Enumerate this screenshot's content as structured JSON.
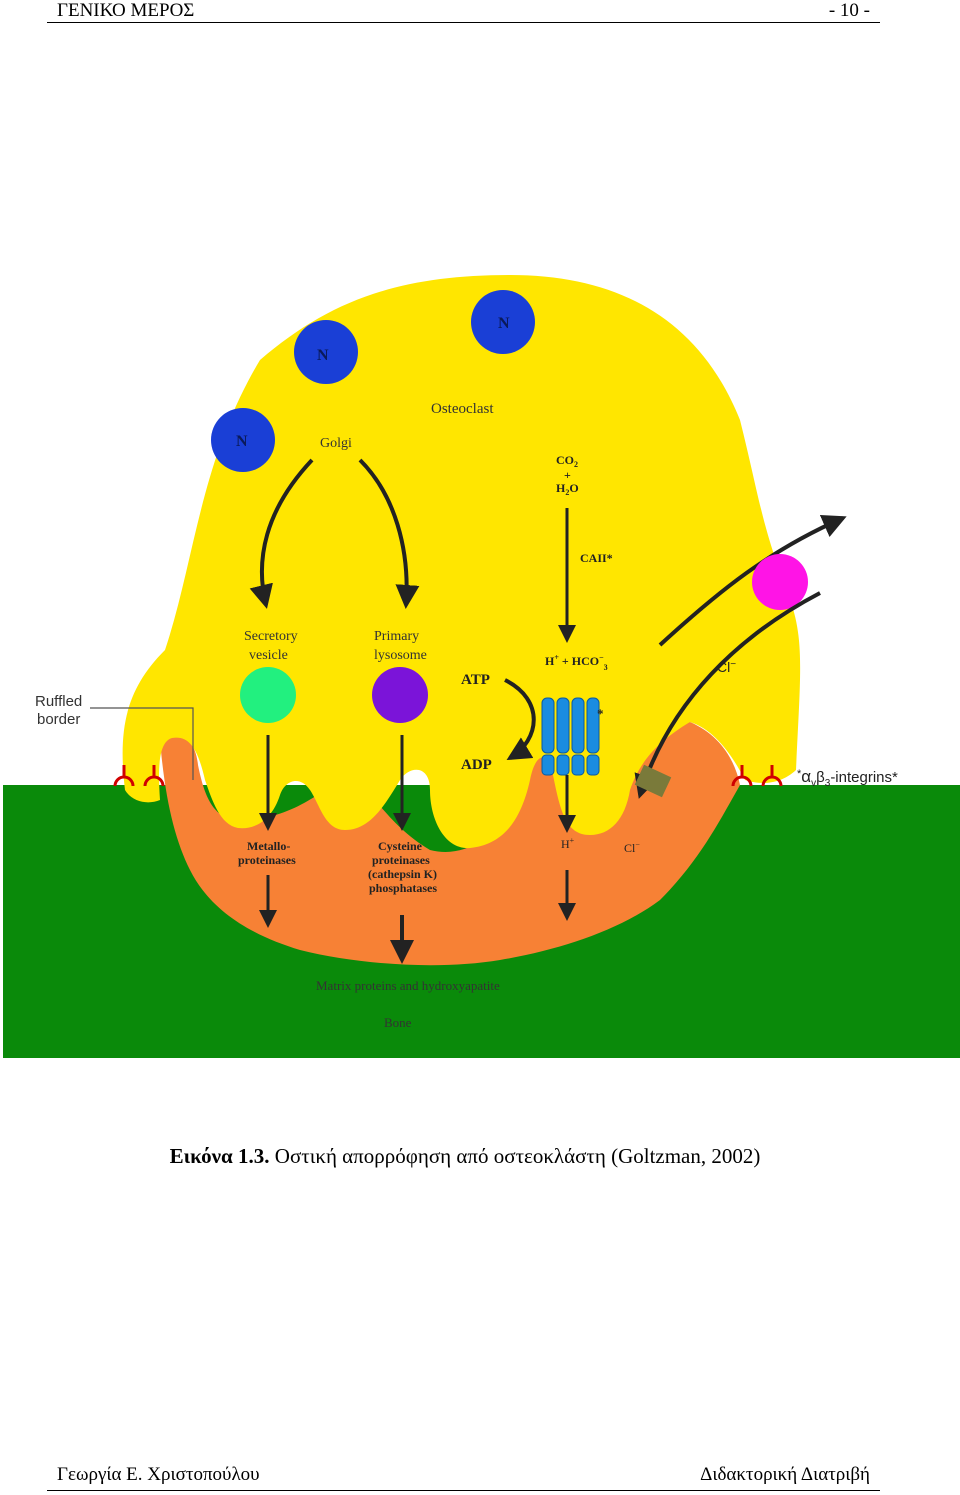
{
  "header": {
    "section": "ΓΕΝΙΚΟ ΜΕΡΟΣ",
    "page_number": "- 10 -"
  },
  "figure": {
    "labels": {
      "nucleus": "N",
      "osteoclast": "Osteoclast",
      "golgi": "Golgi",
      "co2": "CO",
      "co2_sub": "2",
      "plus": "+",
      "h2o_h": "H",
      "h2o_sub": "2",
      "h2o_o": "O",
      "caii": "CAII*",
      "secretory_1": "Secretory",
      "secretory_2": "vesicle",
      "primary_1": "Primary",
      "primary_2": "lysosome",
      "h_hco3_h": "H",
      "h_hco3_plus": "+",
      "h_hco3_mid": " + HCO",
      "h_hco3_minus": "−",
      "h_hco3_sub": "3",
      "atp": "ATP",
      "adp": "ADP",
      "star": "*",
      "ruffled_1": "Ruffled",
      "ruffled_2": "border",
      "cl_upper": "Cl",
      "cl_upper_minus": "−",
      "integrins_star": "*",
      "integrins_alpha": "α",
      "integrins_v": "v",
      "integrins_beta": "β",
      "integrins_3": "3",
      "integrins_rest": "-integrins*",
      "metallo_1": "Metallo-",
      "metallo_2": "proteinases",
      "cysteine_1": "Cysteine",
      "cysteine_2": "proteinases",
      "cysteine_3": "(cathepsin K)",
      "cysteine_4": "phosphatases",
      "h_plus": "H",
      "h_plus_sup": "+",
      "cl_lower": "Cl",
      "cl_lower_sup": "−",
      "matrix": "Matrix proteins and hydroxyapatite",
      "bone": "Bone"
    },
    "colors": {
      "cell": "#ffe600",
      "resorption": "#f78135",
      "bone": "#0a8a0a",
      "nucleus": "#1a3fd6",
      "secretory": "#22f07f",
      "lysosome": "#7b14d9",
      "pump": "#1a8ce0",
      "magenta": "#ff14e6",
      "integrin": "#d00000",
      "channel": "#7a7a3a"
    }
  },
  "caption": {
    "label": "Εικόνα 1.3.",
    "text": " Οστική απορρόφηση από οστεοκλάστη (Goltzman, 2002)"
  },
  "footer": {
    "author": "Γεωργία Ε. Χριστοπούλου",
    "doc_type": "Διδακτορική Διατριβή"
  }
}
